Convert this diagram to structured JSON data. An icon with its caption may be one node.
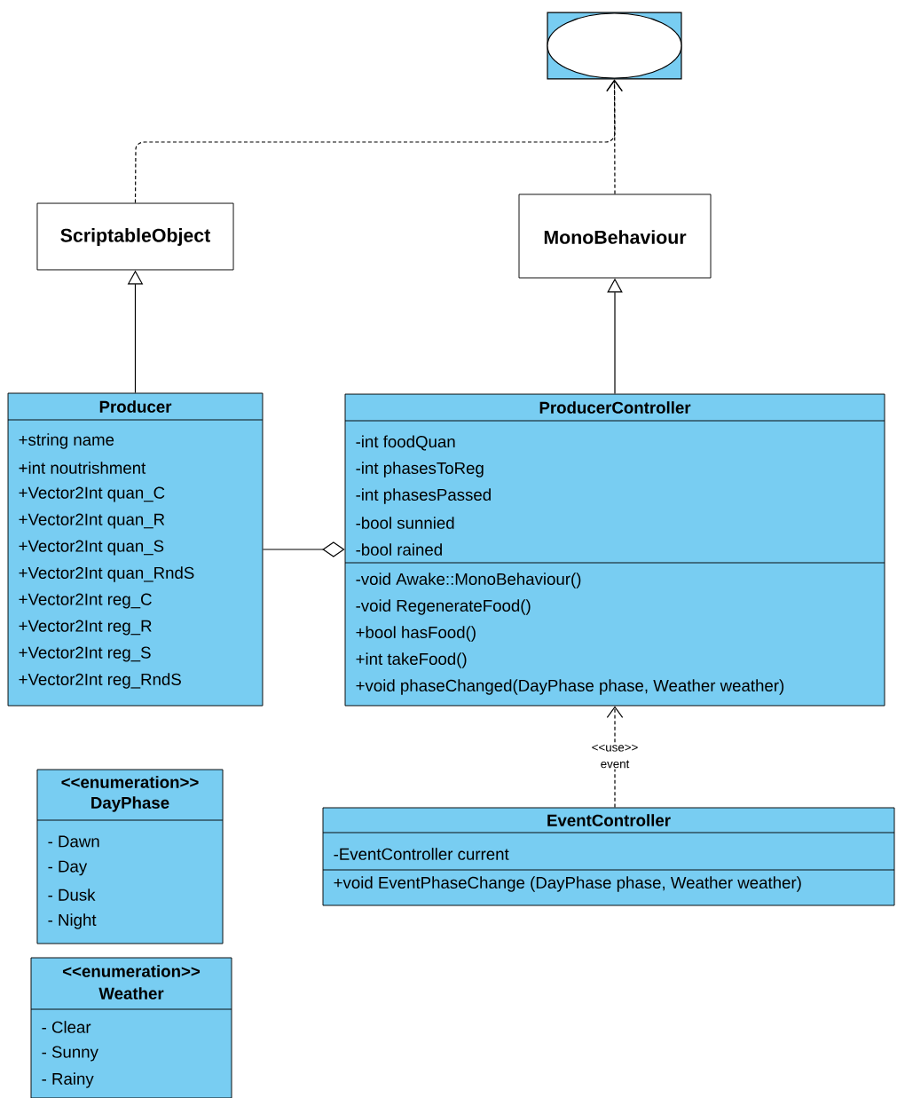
{
  "diagram": {
    "nodes": [
      {
        "text": [],
        "shape": "ellipse"
      },
      {
        "text": [
          "ScriptableObject"
        ]
      },
      {
        "text": [
          "MonoBehaviour"
        ]
      },
      {
        "text": [
          "Producer",
          "+string name",
          "+int noutrishment",
          "+Vector2Int quan_C",
          "+Vector2Int quan_R",
          "+Vector2Int quan_S",
          "+Vector2Int quan_RndS",
          "+Vector2Int reg_C",
          "+Vector2Int reg_R",
          "+Vector2Int reg_S",
          "+Vector2Int reg_RndS"
        ]
      },
      {
        "text": [
          "ProducerController",
          "-int foodQuan",
          "-int phasesToReg",
          "-int phasesPassed",
          "-bool sunnied",
          "-bool rained",
          "-void Awake::MonoBehaviour()",
          "-void RegenerateFood()",
          "+bool hasFood()",
          "+int takeFood()",
          "+void phaseChanged(DayPhase phase, Weather weather)"
        ]
      },
      {
        "text": [
          "<<enumeration>>",
          "DayPhase",
          "- Dawn",
          "- Day",
          "- Dusk",
          "- Night"
        ]
      },
      {
        "text": [
          "EventController",
          "-EventController current",
          "+void EventPhaseChange (DayPhase phase, Weather weather)"
        ]
      },
      {
        "text": [
          "<<enumeration>>",
          "Weather",
          "- Clear",
          "- Sunny",
          "- Rainy"
        ]
      }
    ],
    "edges": [
      {
        "from": 1,
        "to": 0,
        "arrow": "to",
        "style": "dashed"
      },
      {
        "from": 2,
        "to": 0,
        "arrow": "to",
        "style": "dashed"
      },
      {
        "from": 3,
        "to": 1,
        "arrow": "to"
      },
      {
        "from": 4,
        "to": 2,
        "arrow": "to"
      },
      {
        "from": 3,
        "to": 4,
        "arrow": "other"
      },
      {
        "from": 6,
        "to": 4,
        "arrow": "to",
        "style": "dashed",
        "label": "<<use>> event"
      }
    ]
  }
}
